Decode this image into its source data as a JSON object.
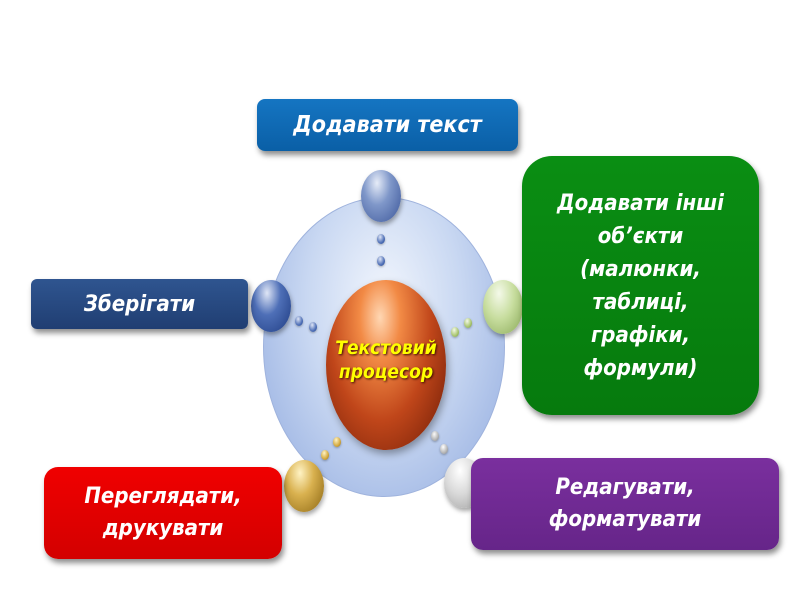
{
  "center": {
    "label": "Текстовий\nпроцесор"
  },
  "items": {
    "top": "Додавати текст",
    "left": "Зберігати",
    "right": "Додавати інші\nоб’єкти\n(малюнки,\nтаблиці,\nграфіки,\nформули)",
    "bottom_left": "Переглядати,\nдрукувати",
    "bottom_right": "Редагувати,\nформатувати"
  },
  "colors": {
    "top": "#0a6cb8",
    "left": "#27497f",
    "right": "#078610",
    "bottom_left": "#e80000",
    "bottom_right": "#702a92",
    "center": "#c0461a",
    "center_text": "#ffff00"
  }
}
